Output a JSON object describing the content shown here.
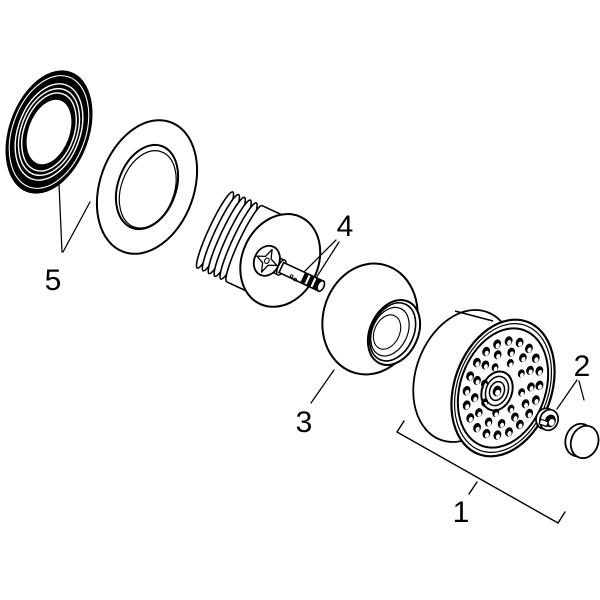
{
  "diagram": {
    "background_color": "#ffffff",
    "line_color": "#000000",
    "labels": {
      "part1": "1",
      "part2": "2",
      "part3": "3",
      "part4": "4",
      "part5": "5"
    },
    "parts": [
      {
        "id": "5",
        "name": "seal-ring-black"
      },
      {
        "id": "5",
        "name": "washer-ring-white"
      },
      {
        "id": "4",
        "name": "threaded-cartridge-with-stem"
      },
      {
        "id": "3",
        "name": "dome-sleeve"
      },
      {
        "id": "1",
        "name": "showerhead-body"
      },
      {
        "id": "2",
        "name": "retaining-clip"
      },
      {
        "id": "2",
        "name": "end-cap"
      }
    ],
    "showerhead": {
      "nozzle_rings": [
        20,
        13,
        8
      ]
    }
  }
}
